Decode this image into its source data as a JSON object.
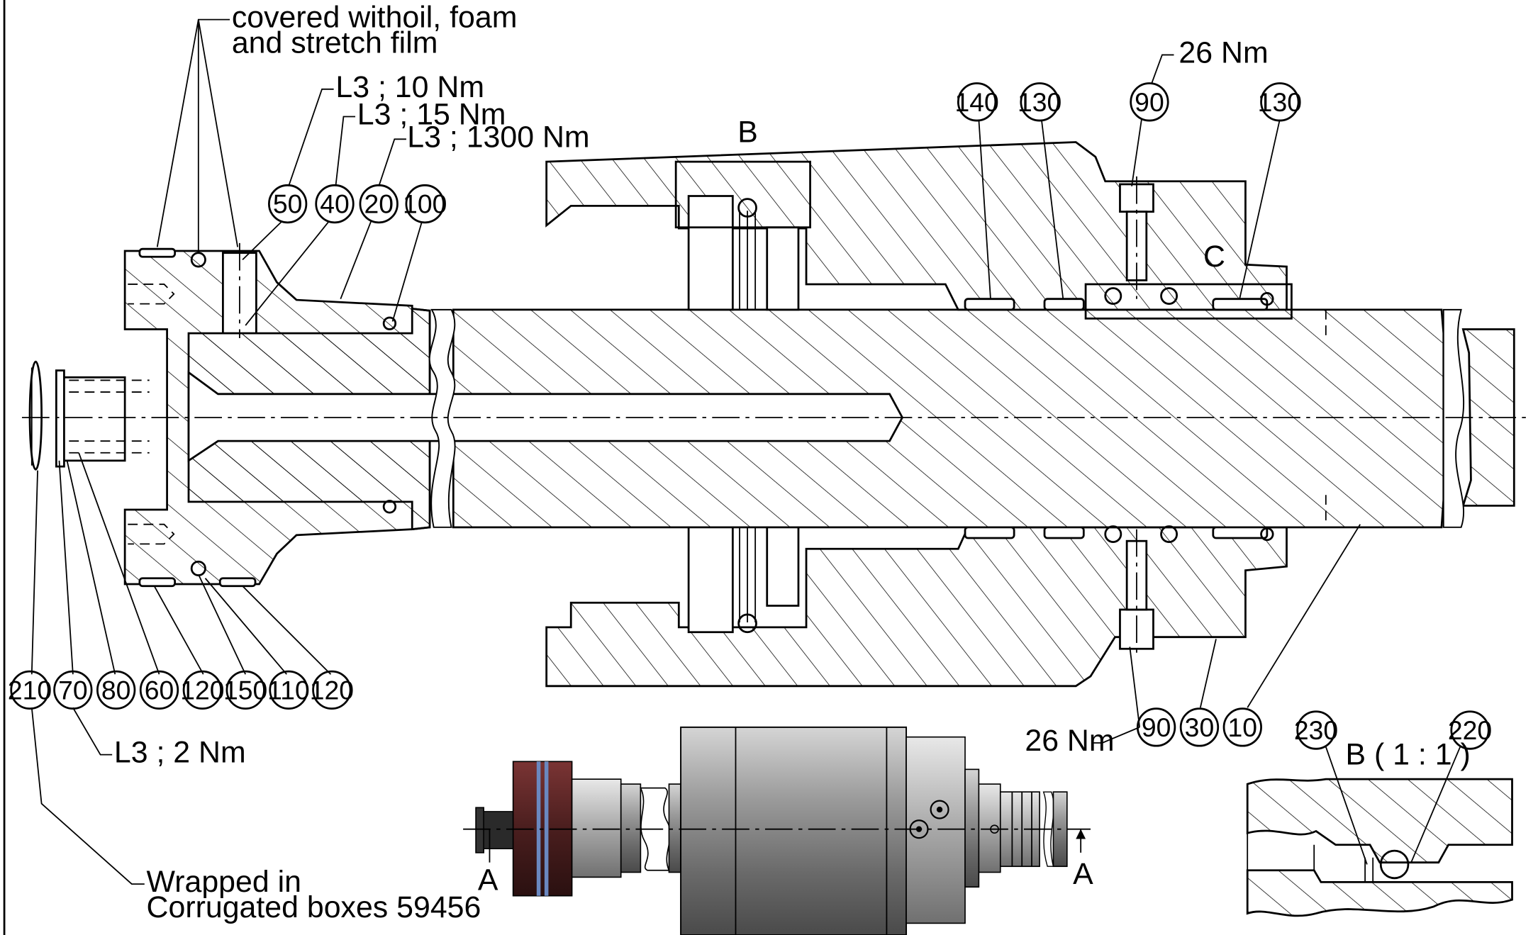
{
  "notes": {
    "cover_line1": "covered withoil, foam",
    "cover_line2": "and stretch film",
    "torque_50": "L3 ; 10 Nm",
    "torque_40": "L3 ; 15 Nm",
    "torque_20": "L3 ; 1300 Nm",
    "torque_90_top": "26 Nm",
    "torque_90_bottom": "26 Nm",
    "torque_70": "L3 ; 2 Nm",
    "wrap_line1": "Wrapped in",
    "wrap_line2": "Corrugated boxes  59456"
  },
  "section_labels": {
    "detail_b": "B",
    "detail_c": "C",
    "detail_b_scale": "B ( 1 : 1 )",
    "view_a_left": "A",
    "view_a_right": "A"
  },
  "balloons": {
    "b50": "50",
    "b40": "40",
    "b20": "20",
    "b100": "100",
    "b140": "140",
    "b130a": "130",
    "b90_top": "90",
    "b130b": "130",
    "b210": "210",
    "b70": "70",
    "b80": "80",
    "b60": "60",
    "b120a": "120",
    "b150": "150",
    "b110": "110",
    "b120b": "120",
    "b90_bottom": "90",
    "b30": "30",
    "b10": "10",
    "b230": "230",
    "b220": "220"
  }
}
